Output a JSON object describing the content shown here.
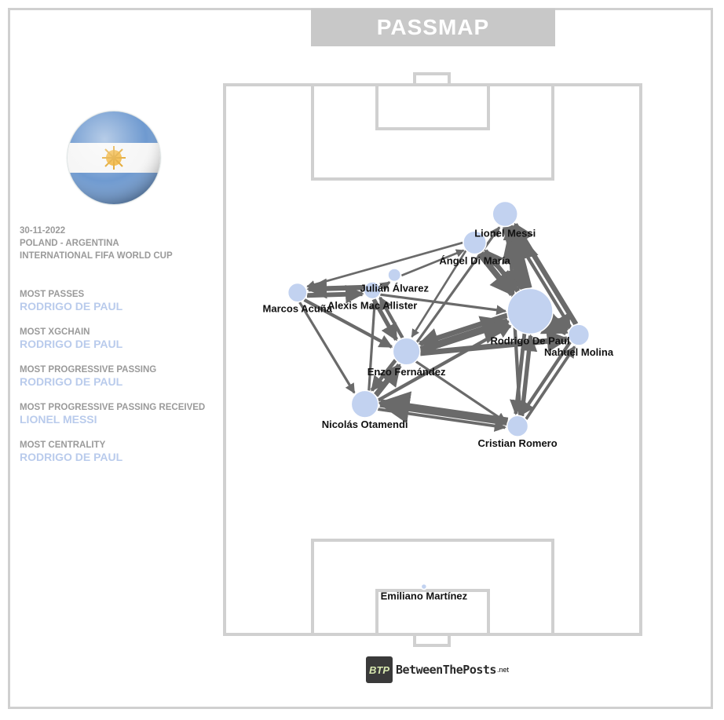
{
  "title": "PASSMAP",
  "match": {
    "date": "30-11-2022",
    "teams": "POLAND - ARGENTINA",
    "competition": "INTERNATIONAL FIFA WORLD CUP"
  },
  "stats": [
    {
      "label": "MOST PASSES",
      "value": "RODRIGO DE PAUL"
    },
    {
      "label": "MOST XGCHAIN",
      "value": "RODRIGO DE PAUL"
    },
    {
      "label": "MOST PROGRESSIVE PASSING",
      "value": "RODRIGO DE PAUL"
    },
    {
      "label": "MOST PROGRESSIVE PASSING RECEIVED",
      "value": "LIONEL MESSI"
    },
    {
      "label": "MOST CENTRALITY",
      "value": "RODRIGO DE PAUL"
    }
  ],
  "footer": {
    "logo": "BTP",
    "brand": "BetweenThePosts",
    "suffix": ".net"
  },
  "colors": {
    "node": "#c2d2f0",
    "edge": "#6a6a6a",
    "pitch_line": "#d0d0d0",
    "accent": "#b9cbec"
  },
  "chart_data": {
    "type": "network",
    "nodes": [
      {
        "id": "messi",
        "name": "Lionel Messi",
        "x": 0.674,
        "y": 0.235,
        "size": 0.5
      },
      {
        "id": "dimaria",
        "name": "Ángel Di María",
        "x": 0.601,
        "y": 0.287,
        "size": 0.45
      },
      {
        "id": "alvarez",
        "name": "Julián Álvarez",
        "x": 0.408,
        "y": 0.346,
        "size": 0.2
      },
      {
        "id": "macallister",
        "name": "Alexis Mac Allister",
        "x": 0.355,
        "y": 0.374,
        "size": 0.3
      },
      {
        "id": "acuna",
        "name": "Marcos Acuña",
        "x": 0.175,
        "y": 0.378,
        "size": 0.35
      },
      {
        "id": "depaul",
        "name": "Rodrigo De Paul",
        "x": 0.734,
        "y": 0.412,
        "size": 1.0
      },
      {
        "id": "molina",
        "name": "Nahuel Molina",
        "x": 0.851,
        "y": 0.455,
        "size": 0.4
      },
      {
        "id": "fernandez",
        "name": "Enzo Fernández",
        "x": 0.437,
        "y": 0.485,
        "size": 0.55
      },
      {
        "id": "otamendi",
        "name": "Nicolás Otamendi",
        "x": 0.337,
        "y": 0.581,
        "size": 0.55
      },
      {
        "id": "romero",
        "name": "Cristian Romero",
        "x": 0.704,
        "y": 0.621,
        "size": 0.4
      },
      {
        "id": "martinez",
        "name": "Emiliano Martínez",
        "x": 0.479,
        "y": 0.913,
        "size": 0.02
      }
    ],
    "edges": [
      {
        "from": "depaul",
        "to": "messi",
        "weight": 1.0
      },
      {
        "from": "messi",
        "to": "depaul",
        "weight": 0.55
      },
      {
        "from": "dimaria",
        "to": "depaul",
        "weight": 0.6
      },
      {
        "from": "depaul",
        "to": "dimaria",
        "weight": 0.45
      },
      {
        "from": "molina",
        "to": "messi",
        "weight": 0.5
      },
      {
        "from": "messi",
        "to": "molina",
        "weight": 0.3
      },
      {
        "from": "depaul",
        "to": "molina",
        "weight": 0.65
      },
      {
        "from": "molina",
        "to": "depaul",
        "weight": 0.4
      },
      {
        "from": "dimaria",
        "to": "molina",
        "weight": 0.3
      },
      {
        "from": "fernandez",
        "to": "depaul",
        "weight": 0.75
      },
      {
        "from": "depaul",
        "to": "fernandez",
        "weight": 0.5
      },
      {
        "from": "fernandez",
        "to": "molina",
        "weight": 0.55
      },
      {
        "from": "romero",
        "to": "otamendi",
        "weight": 0.85
      },
      {
        "from": "otamendi",
        "to": "romero",
        "weight": 0.25
      },
      {
        "from": "otamendi",
        "to": "fernandez",
        "weight": 0.55
      },
      {
        "from": "fernandez",
        "to": "otamendi",
        "weight": 0.35
      },
      {
        "from": "acuna",
        "to": "macallister",
        "weight": 0.45
      },
      {
        "from": "macallister",
        "to": "acuna",
        "weight": 0.5
      },
      {
        "from": "macallister",
        "to": "fernandez",
        "weight": 0.4
      },
      {
        "from": "fernandez",
        "to": "macallister",
        "weight": 0.3
      },
      {
        "from": "acuna",
        "to": "fernandez",
        "weight": 0.3
      },
      {
        "from": "acuna",
        "to": "otamendi",
        "weight": 0.2
      },
      {
        "from": "romero",
        "to": "depaul",
        "weight": 0.4
      },
      {
        "from": "depaul",
        "to": "romero",
        "weight": 0.35
      },
      {
        "from": "romero",
        "to": "messi",
        "weight": 0.3
      },
      {
        "from": "molina",
        "to": "romero",
        "weight": 0.3
      },
      {
        "from": "romero",
        "to": "molina",
        "weight": 0.25
      },
      {
        "from": "otamendi",
        "to": "depaul",
        "weight": 0.3
      },
      {
        "from": "macallister",
        "to": "depaul",
        "weight": 0.2
      },
      {
        "from": "dimaria",
        "to": "acuna",
        "weight": 0.15
      },
      {
        "from": "dimaria",
        "to": "fernandez",
        "weight": 0.15
      },
      {
        "from": "fernandez",
        "to": "romero",
        "weight": 0.2
      },
      {
        "from": "alvarez",
        "to": "dimaria",
        "weight": 0.15
      },
      {
        "from": "macallister",
        "to": "alvarez",
        "weight": 0.2
      },
      {
        "from": "fernandez",
        "to": "messi",
        "weight": 0.2
      },
      {
        "from": "otamendi",
        "to": "macallister",
        "weight": 0.2
      }
    ]
  }
}
